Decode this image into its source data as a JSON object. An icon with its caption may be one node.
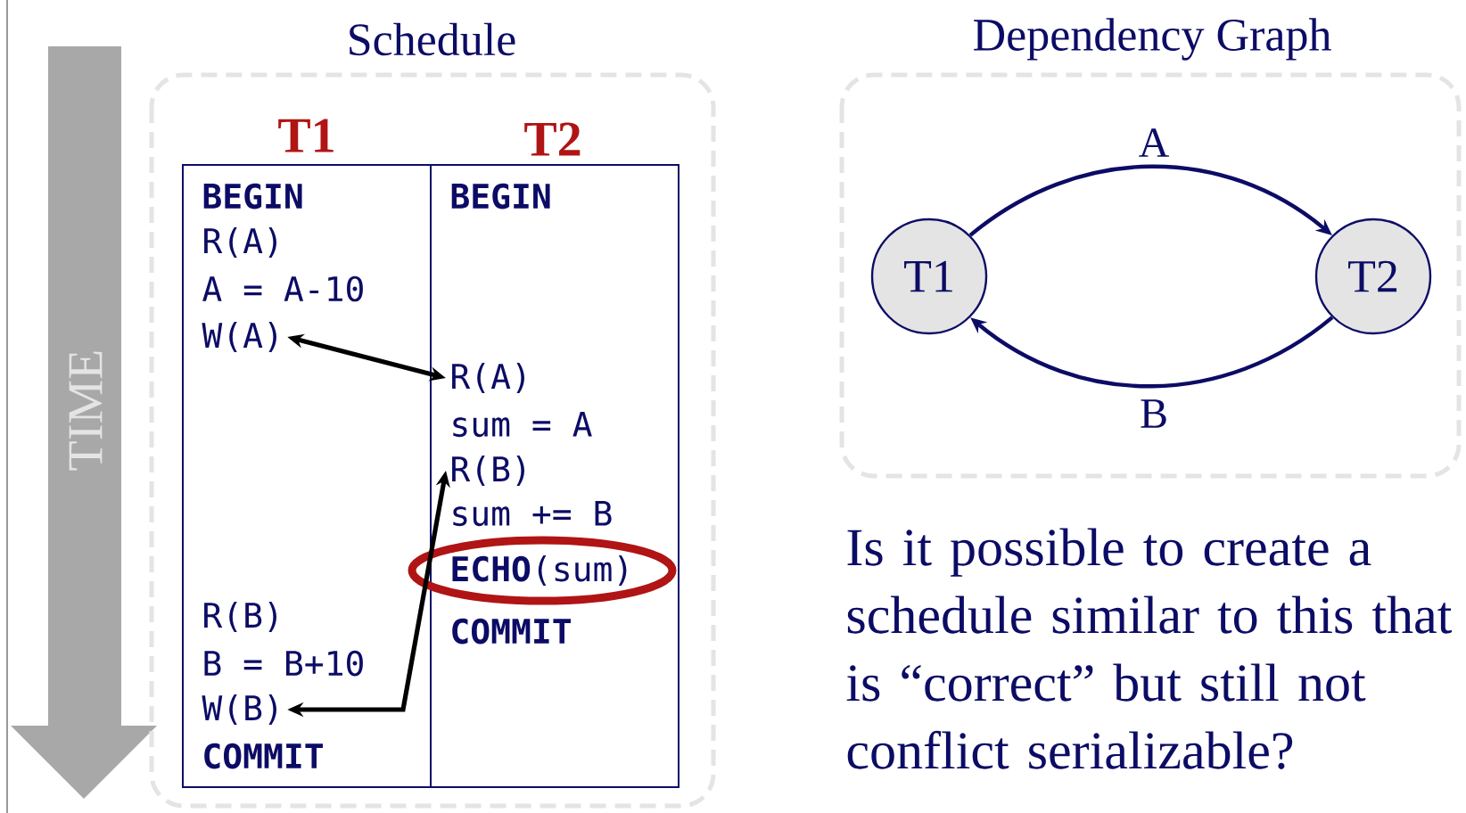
{
  "diagram": {
    "nodes": [
      {
        "text": [
          "Schedule"
        ]
      },
      {
        "text": [
          "T1"
        ],
        "in": 0
      },
      {
        "text": [
          "T2"
        ],
        "in": 0
      },
      {
        "text": [
          "BEGIN"
        ],
        "in": 1
      },
      {
        "text": [
          "R(A)"
        ],
        "in": 1
      },
      {
        "text": [
          "A = A-10"
        ],
        "in": 1
      },
      {
        "text": [
          "W(A)"
        ],
        "in": 1
      },
      {
        "text": [
          "R(B)"
        ],
        "in": 1
      },
      {
        "text": [
          "B = B+10"
        ],
        "in": 1
      },
      {
        "text": [
          "W(B)"
        ],
        "in": 1
      },
      {
        "text": [
          "COMMIT"
        ],
        "in": 1
      },
      {
        "text": [
          "BEGIN"
        ],
        "in": 2
      },
      {
        "text": [
          "R(A)"
        ],
        "in": 2
      },
      {
        "text": [
          "sum = A"
        ],
        "in": 2
      },
      {
        "text": [
          "R(B)"
        ],
        "in": 2
      },
      {
        "text": [
          "sum += B"
        ],
        "in": 2
      },
      {
        "text": [
          "**ECHO**(sum)"
        ],
        "in": 2
      },
      {
        "text": [
          "COMMIT"
        ],
        "in": 2
      },
      {
        "text": [
          "Dependency Graph"
        ]
      },
      {
        "text": [
          "T1"
        ],
        "in": 18
      },
      {
        "text": [
          "T2"
        ],
        "in": 18
      }
    ],
    "edges": [
      {
        "from": 6,
        "to": 12,
        "arrow": "both"
      },
      {
        "from": 9,
        "to": 14,
        "arrow": "both"
      },
      {
        "from": 19,
        "to": 20,
        "arrow": "to",
        "label": "A",
        "color": "#0c0c66"
      },
      {
        "from": 20,
        "to": 19,
        "arrow": "to",
        "label": "B",
        "color": "#0c0c66"
      }
    ],
    "labels": [
      "TIME",
      "Is it possible to create a schedule similar to this that is “correct” but still not conflict serializable?"
    ]
  }
}
